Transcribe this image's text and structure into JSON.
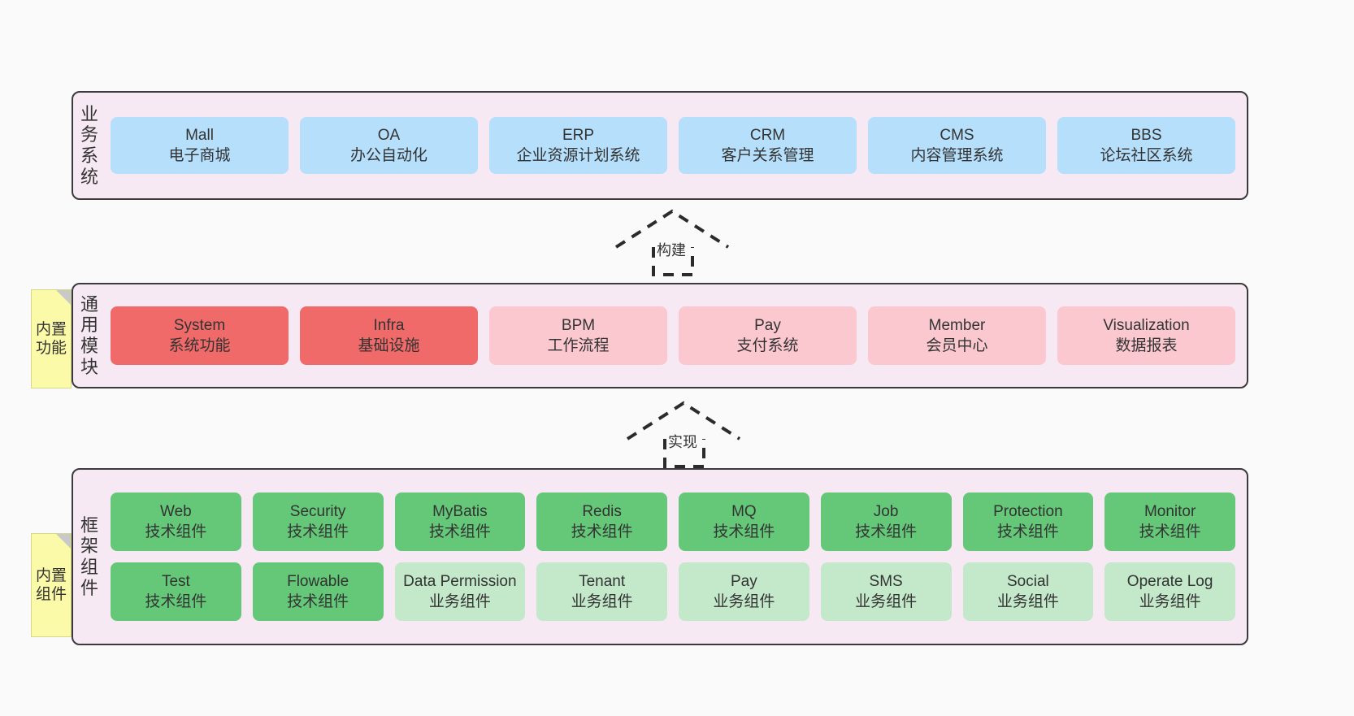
{
  "diagram": {
    "title_note_common": "内置功能",
    "title_note_framework": "内置组件"
  },
  "layers": {
    "business": {
      "title": "业务系统",
      "boxes": [
        {
          "name": "Mall",
          "desc": "电子商城",
          "color": "#b5dffb"
        },
        {
          "name": "OA",
          "desc": "办公自动化",
          "color": "#b5dffb"
        },
        {
          "name": "ERP",
          "desc": "企业资源计划系统",
          "color": "#b5dffb"
        },
        {
          "name": "CRM",
          "desc": "客户关系管理",
          "color": "#b5dffb"
        },
        {
          "name": "CMS",
          "desc": "内容管理系统",
          "color": "#b5dffb"
        },
        {
          "name": "BBS",
          "desc": "论坛社区系统",
          "color": "#b5dffb"
        }
      ]
    },
    "common": {
      "title": "通用模块",
      "boxes": [
        {
          "name": "System",
          "desc": "系统功能",
          "color": "#f06a6a"
        },
        {
          "name": "Infra",
          "desc": "基础设施",
          "color": "#f06a6a"
        },
        {
          "name": "BPM",
          "desc": "工作流程",
          "color": "#fbc8d0"
        },
        {
          "name": "Pay",
          "desc": "支付系统",
          "color": "#fbc8d0"
        },
        {
          "name": "Member",
          "desc": "会员中心",
          "color": "#fbc8d0"
        },
        {
          "name": "Visualization",
          "desc": "数据报表",
          "color": "#fbc8d0"
        }
      ]
    },
    "framework": {
      "title": "框架组件",
      "row1": [
        {
          "name": "Web",
          "desc": "技术组件",
          "color": "#64c878"
        },
        {
          "name": "Security",
          "desc": "技术组件",
          "color": "#64c878"
        },
        {
          "name": "MyBatis",
          "desc": "技术组件",
          "color": "#64c878"
        },
        {
          "name": "Redis",
          "desc": "技术组件",
          "color": "#64c878"
        },
        {
          "name": "MQ",
          "desc": "技术组件",
          "color": "#64c878"
        },
        {
          "name": "Job",
          "desc": "技术组件",
          "color": "#64c878"
        },
        {
          "name": "Protection",
          "desc": "技术组件",
          "color": "#64c878"
        },
        {
          "name": "Monitor",
          "desc": "技术组件",
          "color": "#64c878"
        }
      ],
      "row2": [
        {
          "name": "Test",
          "desc": "技术组件",
          "color": "#64c878"
        },
        {
          "name": "Flowable",
          "desc": "技术组件",
          "color": "#64c878"
        },
        {
          "name": "Data Permission",
          "desc": "业务组件",
          "color": "#c4e9ca"
        },
        {
          "name": "Tenant",
          "desc": "业务组件",
          "color": "#c4e9ca"
        },
        {
          "name": "Pay",
          "desc": "业务组件",
          "color": "#c4e9ca"
        },
        {
          "name": "SMS",
          "desc": "业务组件",
          "color": "#c4e9ca"
        },
        {
          "name": "Social",
          "desc": "业务组件",
          "color": "#c4e9ca"
        },
        {
          "name": "Operate Log",
          "desc": "业务组件",
          "color": "#c4e9ca"
        }
      ]
    }
  },
  "connectors": [
    {
      "label": "构建",
      "from": "通用模块",
      "to": "业务系统",
      "style": "dashed-generalization"
    },
    {
      "label": "实现",
      "from": "框架组件",
      "to": "通用模块",
      "style": "dashed-generalization"
    }
  ],
  "colors": {
    "layer_bg": "#f7e9f3",
    "layer_border": "#3b3b3b",
    "note_bg": "#fbfaa8",
    "canvas_bg": "#fafafa",
    "text": "#333333"
  }
}
